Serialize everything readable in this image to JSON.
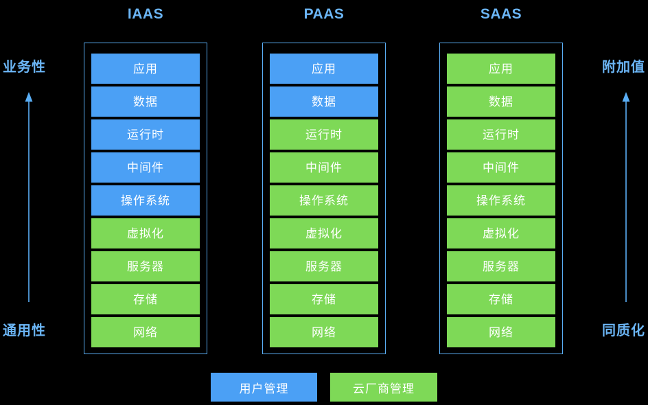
{
  "diagram": {
    "title_row": [
      "IAAS",
      "PAAS",
      "SAAS"
    ],
    "axis": {
      "left_top": "业务性",
      "left_bottom": "通用性",
      "right_top": "附加值",
      "right_bottom": "同质化",
      "left_arrow_icon": "up-arrow-icon",
      "right_arrow_icon": "up-arrow-icon"
    },
    "colors": {
      "blue": "#4BA0F5",
      "green": "#7ED957",
      "frame": "#5AAEF5",
      "label": "#6BB5F5",
      "background": "#000000",
      "text": "#FFFFFF"
    },
    "layer_names": [
      "应用",
      "数据",
      "运行时",
      "中间件",
      "操作系统",
      "虚拟化",
      "服务器",
      "存储",
      "网络"
    ],
    "columns": [
      {
        "header": "IAAS",
        "layers": [
          {
            "label": "应用",
            "owner": "user"
          },
          {
            "label": "数据",
            "owner": "user"
          },
          {
            "label": "运行时",
            "owner": "user"
          },
          {
            "label": "中间件",
            "owner": "user"
          },
          {
            "label": "操作系统",
            "owner": "user"
          },
          {
            "label": "虚拟化",
            "owner": "vendor"
          },
          {
            "label": "服务器",
            "owner": "vendor"
          },
          {
            "label": "存储",
            "owner": "vendor"
          },
          {
            "label": "网络",
            "owner": "vendor"
          }
        ]
      },
      {
        "header": "PAAS",
        "layers": [
          {
            "label": "应用",
            "owner": "user"
          },
          {
            "label": "数据",
            "owner": "user"
          },
          {
            "label": "运行时",
            "owner": "vendor"
          },
          {
            "label": "中间件",
            "owner": "vendor"
          },
          {
            "label": "操作系统",
            "owner": "vendor"
          },
          {
            "label": "虚拟化",
            "owner": "vendor"
          },
          {
            "label": "服务器",
            "owner": "vendor"
          },
          {
            "label": "存储",
            "owner": "vendor"
          },
          {
            "label": "网络",
            "owner": "vendor"
          }
        ]
      },
      {
        "header": "SAAS",
        "layers": [
          {
            "label": "应用",
            "owner": "vendor"
          },
          {
            "label": "数据",
            "owner": "vendor"
          },
          {
            "label": "运行时",
            "owner": "vendor"
          },
          {
            "label": "中间件",
            "owner": "vendor"
          },
          {
            "label": "操作系统",
            "owner": "vendor"
          },
          {
            "label": "虚拟化",
            "owner": "vendor"
          },
          {
            "label": "服务器",
            "owner": "vendor"
          },
          {
            "label": "存储",
            "owner": "vendor"
          },
          {
            "label": "网络",
            "owner": "vendor"
          }
        ]
      }
    ],
    "legend": [
      {
        "label": "用户管理",
        "owner": "user"
      },
      {
        "label": "云厂商管理",
        "owner": "vendor"
      }
    ]
  }
}
